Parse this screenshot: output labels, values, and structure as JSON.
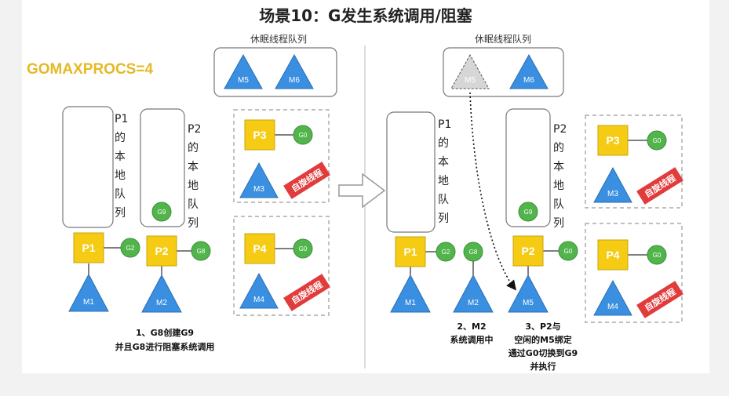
{
  "title": "场景10：G发生系统调用/阻塞",
  "gomaxprocs": "GOMAXPROCS=4",
  "sleep_queue_label": "休眠线程队列",
  "local_queue_chars": [
    "的",
    "本",
    "地",
    "队",
    "列"
  ],
  "spin_label": "自旋线程",
  "left": {
    "sleep": [
      "M5",
      "M6"
    ],
    "p1": {
      "name": "P1",
      "head": "P1",
      "m": "M1",
      "g": [
        "G2"
      ]
    },
    "p2": {
      "name": "P2",
      "head": "P2",
      "m": "M2",
      "g": [
        "G8"
      ],
      "queue_g": "G9"
    },
    "p3": {
      "name": "P3",
      "g": "G0",
      "m": "M3"
    },
    "p4": {
      "name": "P4",
      "g": "G0",
      "m": "M4"
    },
    "note": [
      "1、G8创建G9",
      "并且G8进行阻塞系统调用"
    ]
  },
  "right": {
    "sleep": [
      "M5",
      "M6"
    ],
    "p1": {
      "name": "P1",
      "head": "P1",
      "m": "M1",
      "g": [
        "G2",
        "G8"
      ]
    },
    "p2": {
      "name": "P2",
      "head": "P2",
      "m": "M5",
      "g": [
        "G0"
      ],
      "queue_g": "G9"
    },
    "m2": "M2",
    "p3": {
      "name": "P3",
      "g": "G0",
      "m": "M3"
    },
    "p4": {
      "name": "P4",
      "g": "G0",
      "m": "M4"
    },
    "note2": [
      "2、M2",
      "系统调用中"
    ],
    "note3": [
      "3、P2与",
      "空闲的M5绑定",
      "通过G0切换到G9",
      "并执行"
    ]
  },
  "colors": {
    "p_yellow": "#f5cb13",
    "m_blue": "#3a8fe0",
    "g_green": "#52b54b",
    "spin_red": "#e23b3b",
    "ghost_gray": "#d6d6d6",
    "gomax_gold": "#e5b925"
  }
}
